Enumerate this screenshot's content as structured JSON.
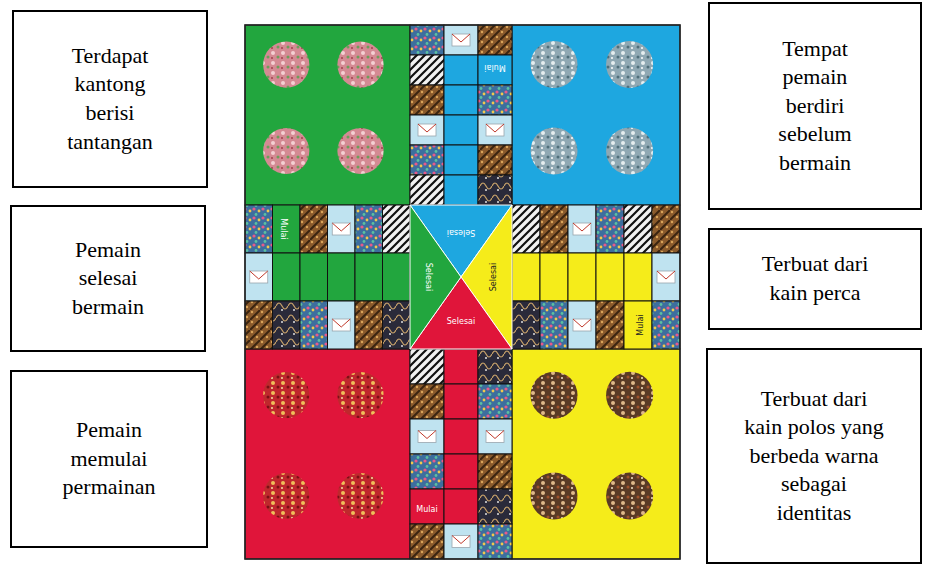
{
  "diagram": {
    "nodes": [
      {
        "text": [
          "Terdapat kantong berisi tantangan"
        ]
      },
      {
        "text": [
          "Pemain selesai bermain"
        ]
      },
      {
        "text": [
          "Pemain memulai permainan"
        ]
      },
      {
        "text": [
          "Tempat pemain berdiri sebelum bermain"
        ]
      },
      {
        "text": [
          "Terbuat dari kain perca"
        ]
      },
      {
        "text": [
          "Terbuat dari kain polos yang berbeda warna sebagai identitas"
        ]
      }
    ],
    "labels": [
      "Selesai",
      "Selesai",
      "Selesai",
      "Selesai",
      "Mulai",
      "Mulai",
      "Mulai",
      "Mulai"
    ]
  }
}
